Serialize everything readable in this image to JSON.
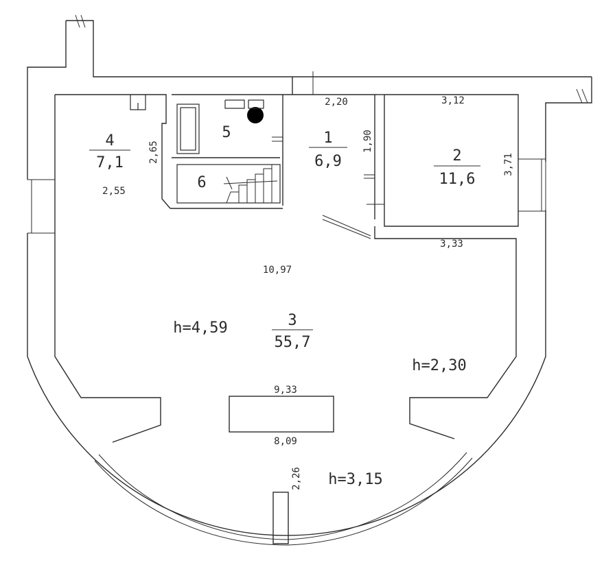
{
  "rooms": [
    {
      "number": "1",
      "area": "6,9"
    },
    {
      "number": "2",
      "area": "11,6"
    },
    {
      "number": "3",
      "area": "55,7"
    },
    {
      "number": "4",
      "area": "7,1"
    },
    {
      "number": "5"
    },
    {
      "number": "6"
    }
  ],
  "dimensions": {
    "d_220": "2,20",
    "d_312": "3,12",
    "d_190": "1,90",
    "d_371": "3,71",
    "d_265": "2,65",
    "d_255": "2,55",
    "d_333": "3,33",
    "d_1097": "10,97",
    "d_933": "9,33",
    "d_809": "8,09",
    "d_226": "2,26"
  },
  "heights": {
    "h_main": "h=4,59",
    "h_right": "h=2,30",
    "h_bottom": "h=3,15"
  }
}
